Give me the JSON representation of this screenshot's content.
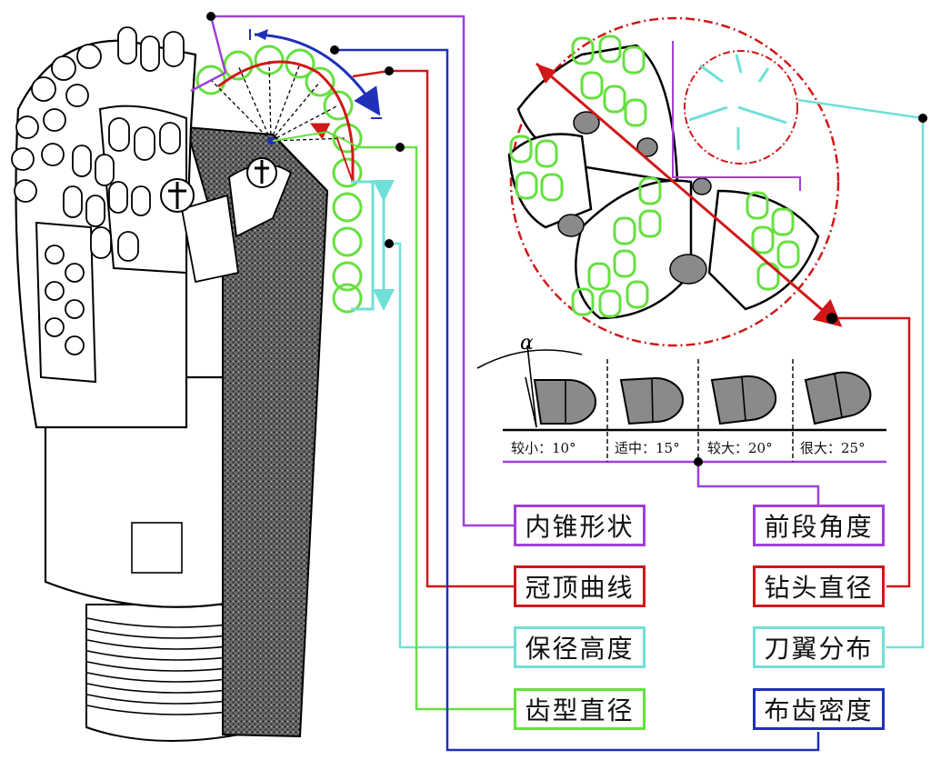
{
  "labels": {
    "inner_cone_shape": "内锥形状",
    "crown_curve": "冠顶曲线",
    "gauge_height": "保径高度",
    "cutter_diameter": "齿型直径",
    "front_angle": "前段角度",
    "bit_diameter": "钻头直径",
    "blade_distribution": "刀翼分布",
    "cutter_density": "布齿密度"
  },
  "angle_panel": {
    "alpha_symbol": "α",
    "options": [
      "较小：10°",
      "适中：15°",
      "较大：20°",
      "很大：25°"
    ]
  },
  "colors": {
    "purple": "#a040d8",
    "red": "#d01818",
    "cyan": "#6fe0d8",
    "green": "#66e040",
    "blue": "#2030b8",
    "gray_cutter": "#8a8a8a",
    "outline": "#000000"
  }
}
